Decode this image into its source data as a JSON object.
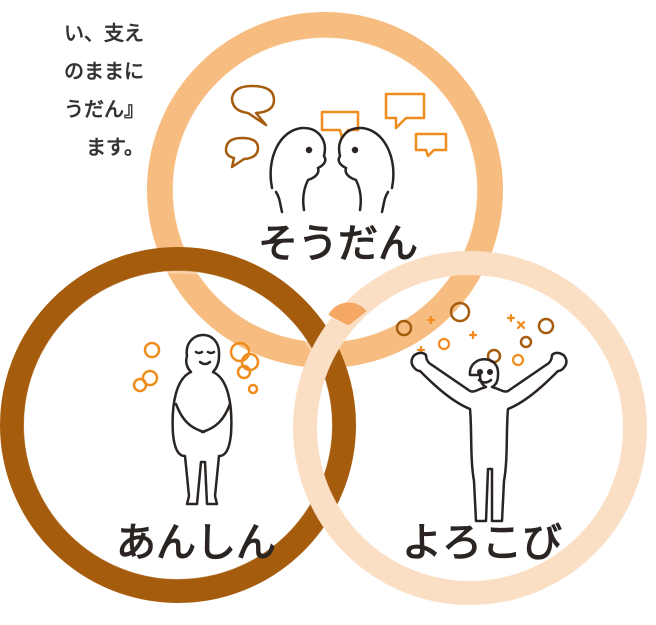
{
  "intro_text": [
    "い、支え",
    "のままに",
    "うだん』",
    "ます。"
  ],
  "circles": {
    "soudan": {
      "label": "そうだん",
      "color": "#f7bc7f"
    },
    "anshin": {
      "label": "あんしん",
      "color": "#a65c0d"
    },
    "yorokobi": {
      "label": "よろこび",
      "color": "#fadfc4"
    }
  },
  "colors": {
    "ink": "#2a2522",
    "orange": "#f08c1c",
    "brown": "#a65c0d"
  }
}
